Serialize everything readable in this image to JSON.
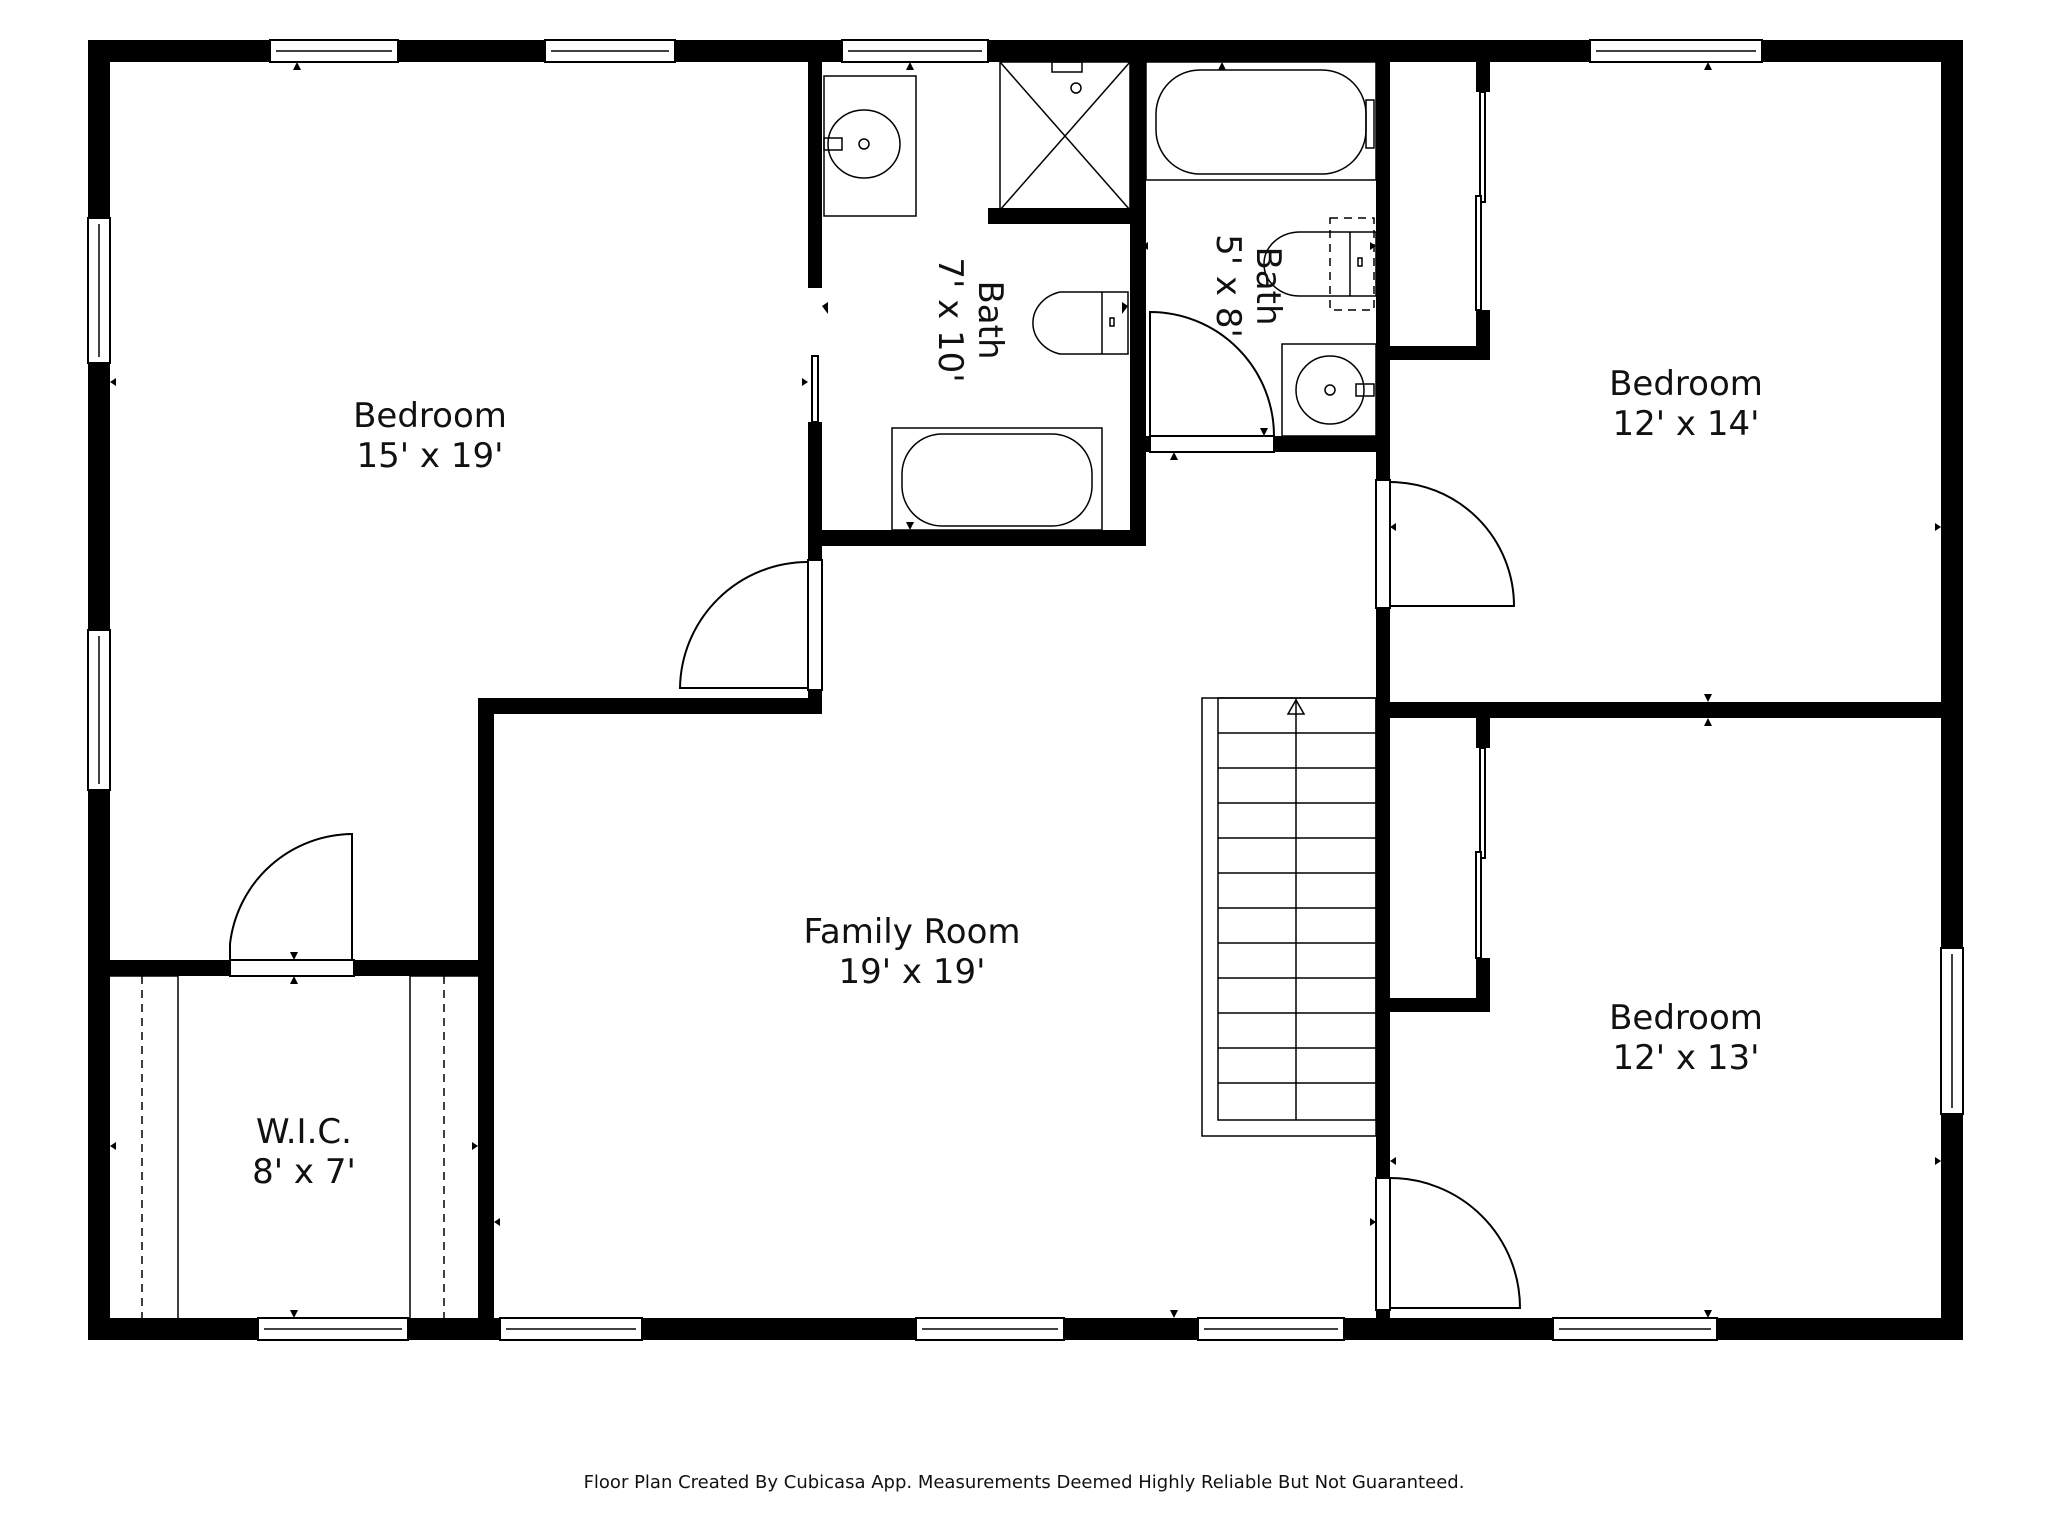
{
  "floor_plan": {
    "rooms": [
      {
        "id": "bedroom-master",
        "name": "Bedroom",
        "dimensions": "15' x 19'"
      },
      {
        "id": "bath-master",
        "name": "Bath",
        "dimensions": "7' x 10'"
      },
      {
        "id": "bath-hall",
        "name": "Bath",
        "dimensions": "5' x 8'"
      },
      {
        "id": "bedroom-ne",
        "name": "Bedroom",
        "dimensions": "12' x 14'"
      },
      {
        "id": "family-room",
        "name": "Family Room",
        "dimensions": "19' x 19'"
      },
      {
        "id": "wic",
        "name": "W.I.C.",
        "dimensions": "8' x 7'"
      },
      {
        "id": "bedroom-se",
        "name": "Bedroom",
        "dimensions": "12' x 13'"
      }
    ],
    "fixtures": [
      "sink",
      "sink",
      "toilet",
      "toilet",
      "bathtub",
      "bathtub",
      "shower",
      "staircase"
    ],
    "stair_steps": 12
  },
  "footer": {
    "disclaimer": "Floor Plan Created By Cubicasa App. Measurements Deemed Highly Reliable But Not Guaranteed."
  },
  "colors": {
    "wall": "#000000",
    "background": "#ffffff"
  }
}
